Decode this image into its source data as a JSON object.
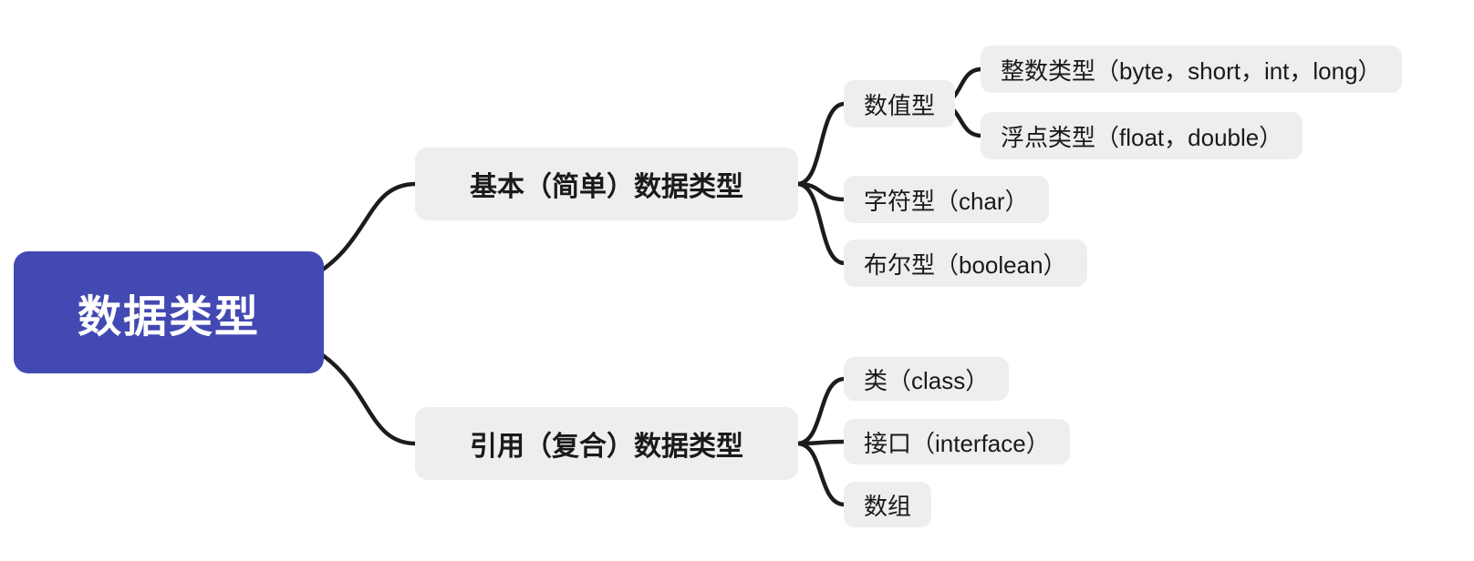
{
  "diagram": {
    "type": "mindmap",
    "root": {
      "label": "数据类型"
    },
    "branches": [
      {
        "label": "基本（简单）数据类型",
        "children": [
          {
            "label": "数值型",
            "children": [
              {
                "label": "整数类型（byte，short，int，long）"
              },
              {
                "label": "浮点类型（float，double）"
              }
            ]
          },
          {
            "label": "字符型（char）"
          },
          {
            "label": "布尔型（boolean）"
          }
        ]
      },
      {
        "label": "引用（复合）数据类型",
        "children": [
          {
            "label": "类（class）"
          },
          {
            "label": "接口（interface）"
          },
          {
            "label": "数组"
          }
        ]
      }
    ],
    "colors": {
      "root_bg": "#4349b2",
      "root_text": "#ffffff",
      "node_bg": "#eeeeee",
      "node_text": "#1a1a1a",
      "line": "#1c1c1c",
      "canvas_bg": "#ffffff"
    }
  }
}
